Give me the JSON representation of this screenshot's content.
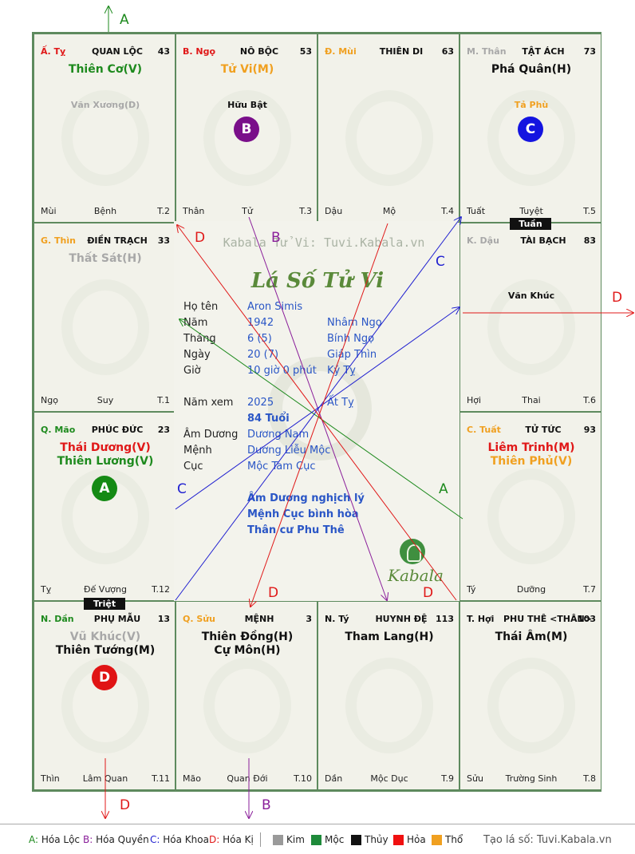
{
  "palaces": [
    {
      "id": "ty-top",
      "can": "Ấ. Tỵ",
      "can_color": "#e01818",
      "name": "QUAN LỘC",
      "age": "43",
      "stars": [
        {
          "text": "Thiên Cơ(V)",
          "color": "#1e8a1e"
        }
      ],
      "minor": {
        "text": "Văn Xương(D)",
        "color": "#a8a8a8"
      },
      "bottom": {
        "left": "Mùi",
        "center": "Bệnh",
        "right": "T.2"
      }
    },
    {
      "id": "ngo-top",
      "can": "B. Ngọ",
      "can_color": "#e01818",
      "name": "NÔ BỘC",
      "age": "53",
      "stars": [
        {
          "text": "Tử Vi(M)",
          "color": "#f0a020"
        }
      ],
      "minor": {
        "text": "Hữu Bật",
        "color": "#111111"
      },
      "badge": {
        "letter": "B",
        "color": "#7a0f8a"
      },
      "bottom": {
        "left": "Thân",
        "center": "Tử",
        "right": "T.3"
      }
    },
    {
      "id": "mui-top",
      "can": "Đ. Mùi",
      "can_color": "#f0a020",
      "name": "THIÊN DI",
      "age": "63",
      "stars": [],
      "bottom": {
        "left": "Dậu",
        "center": "Mộ",
        "right": "T.4"
      }
    },
    {
      "id": "than-top",
      "can": "M. Thân",
      "can_color": "#a8a8a8",
      "name": "TẬT ÁCH",
      "age": "73",
      "stars": [
        {
          "text": "Phá Quân(H)",
          "color": "#111111"
        }
      ],
      "minor": {
        "text": "Tả Phù",
        "color": "#f0a020"
      },
      "badge": {
        "letter": "C",
        "color": "#1414e0"
      },
      "bottom": {
        "left": "Tuất",
        "center": "Tuyệt",
        "right": "T.5"
      }
    },
    {
      "id": "thin-left",
      "can": "G. Thìn",
      "can_color": "#f0a020",
      "name": "ĐIỀN TRẠCH",
      "age": "33",
      "stars": [
        {
          "text": "Thất Sát(H)",
          "color": "#a8a8a8"
        }
      ],
      "bottom": {
        "left": "Ngọ",
        "center": "Suy",
        "right": "T.1"
      }
    },
    {
      "id": "dau-right",
      "can": "K. Dậu",
      "can_color": "#a8a8a8",
      "name": "TÀI BẠCH",
      "age": "83",
      "stars": [],
      "minor": {
        "text": "Văn Khúc",
        "color": "#111111"
      },
      "bottom": {
        "left": "Hợi",
        "center": "Thai",
        "right": "T.6"
      }
    },
    {
      "id": "mao-left",
      "can": "Q. Mão",
      "can_color": "#1e8a1e",
      "name": "PHÚC ĐỨC",
      "age": "23",
      "stars": [
        {
          "text": "Thái Dương(V)",
          "color": "#e01818"
        },
        {
          "text": "Thiên Lương(V)",
          "color": "#1e8a1e"
        }
      ],
      "badge": {
        "letter": "A",
        "color": "#148a14"
      },
      "bottom": {
        "left": "Tỵ",
        "center": "Đế Vượng",
        "right": "T.12"
      }
    },
    {
      "id": "tuat-right",
      "can": "C. Tuất",
      "can_color": "#f0a020",
      "name": "TỬ TỨC",
      "age": "93",
      "stars": [
        {
          "text": "Liêm Trinh(M)",
          "color": "#e01818"
        },
        {
          "text": "Thiên Phủ(V)",
          "color": "#f0a020"
        }
      ],
      "bottom": {
        "left": "Tý",
        "center": "Dưỡng",
        "right": "T.7"
      }
    },
    {
      "id": "dan-bottom",
      "can": "N. Dần",
      "can_color": "#1e8a1e",
      "name": "PHỤ MẪU",
      "age": "13",
      "stars": [
        {
          "text": "Vũ Khúc(V)",
          "color": "#a8a8a8"
        },
        {
          "text": "Thiên Tướng(M)",
          "color": "#111111"
        }
      ],
      "badge": {
        "letter": "D",
        "color": "#e01414"
      },
      "bottom": {
        "left": "Thìn",
        "center": "Lâm Quan",
        "right": "T.11"
      }
    },
    {
      "id": "suu-bottom",
      "can": "Q. Sửu",
      "can_color": "#f0a020",
      "name": "MỆNH",
      "age": "3",
      "stars": [
        {
          "text": "Thiên Đồng(H)",
          "color": "#111111"
        },
        {
          "text": "Cự Môn(H)",
          "color": "#111111"
        }
      ],
      "bottom": {
        "left": "Mão",
        "center": "Quan Đới",
        "right": "T.10"
      }
    },
    {
      "id": "ty-bottom",
      "can": "N. Tý",
      "can_color": "#111111",
      "name": "HUYNH ĐỆ",
      "age": "113",
      "stars": [
        {
          "text": "Tham Lang(H)",
          "color": "#111111"
        }
      ],
      "bottom": {
        "left": "Dần",
        "center": "Mộc Dục",
        "right": "T.9"
      }
    },
    {
      "id": "hoi-bottom",
      "can": "T. Hợi",
      "can_color": "#111111",
      "name": "PHU THÊ <THÂN>",
      "age": "103",
      "stars": [
        {
          "text": "Thái Âm(M)",
          "color": "#111111"
        }
      ],
      "bottom": {
        "left": "Sửu",
        "center": "Trường Sinh",
        "right": "T.8"
      }
    }
  ],
  "tags": {
    "tuan": "Tuần",
    "triet": "Triệt"
  },
  "center": {
    "watermark": "Kabala Tử Vi: Tuvi.Kabala.vn",
    "logo": "Lá Số Tử Vi",
    "kabala": "Kabala",
    "rows": [
      {
        "label": "Họ tên",
        "value": "Aron Simis",
        "extra": ""
      },
      {
        "label": "Năm",
        "value": "1942",
        "extra": "Nhâm Ngọ"
      },
      {
        "label": "Tháng",
        "value": "6  (5)",
        "extra": "Bính Ngọ"
      },
      {
        "label": "Ngày",
        "value": "20  (7)",
        "extra": "Giáp Thìn"
      },
      {
        "label": "Giờ",
        "value": "10 giờ 0 phút",
        "extra": "Kỷ Tỵ"
      }
    ],
    "year_label": "Năm xem",
    "year_value": "2025",
    "year_extra": "Ất Tỵ",
    "age_text": "84 Tuổi",
    "rows2": [
      {
        "label": "Âm Dương",
        "value": "Dương Nam"
      },
      {
        "label": "Mệnh",
        "value": "Dương Liễu Mộc"
      },
      {
        "label": "Cục",
        "value": "Mộc Tam Cục"
      }
    ],
    "notes": [
      "Âm Dương nghịch lý",
      "Mệnh Cục bình hòa",
      "Thân cư Phu Thê"
    ]
  },
  "arrow_labels": {
    "A": "A",
    "B": "B",
    "C": "C",
    "D": "D"
  },
  "arrow_colors": {
    "A": "#1e8a1e",
    "B": "#8a1e9a",
    "C": "#2020d0",
    "D": "#e01818"
  },
  "legend": {
    "items": [
      {
        "prefix": "A:",
        "text": "Hóa Lộc",
        "color": "#1e8a1e"
      },
      {
        "prefix": "B:",
        "text": "Hóa Quyền",
        "color": "#8a1e9a"
      },
      {
        "prefix": "C:",
        "text": "Hóa Khoa",
        "color": "#2020d0"
      },
      {
        "prefix": "D:",
        "text": "Hóa Kị",
        "color": "#e01818"
      }
    ],
    "elements": [
      {
        "text": "Kim",
        "color": "#9a9a9a"
      },
      {
        "text": "Mộc",
        "color": "#1e8a3a"
      },
      {
        "text": "Thủy",
        "color": "#111111"
      },
      {
        "text": "Hỏa",
        "color": "#f01010"
      },
      {
        "text": "Thổ",
        "color": "#f0a020"
      }
    ],
    "credit": "Tạo lá số: Tuvi.Kabala.vn"
  }
}
